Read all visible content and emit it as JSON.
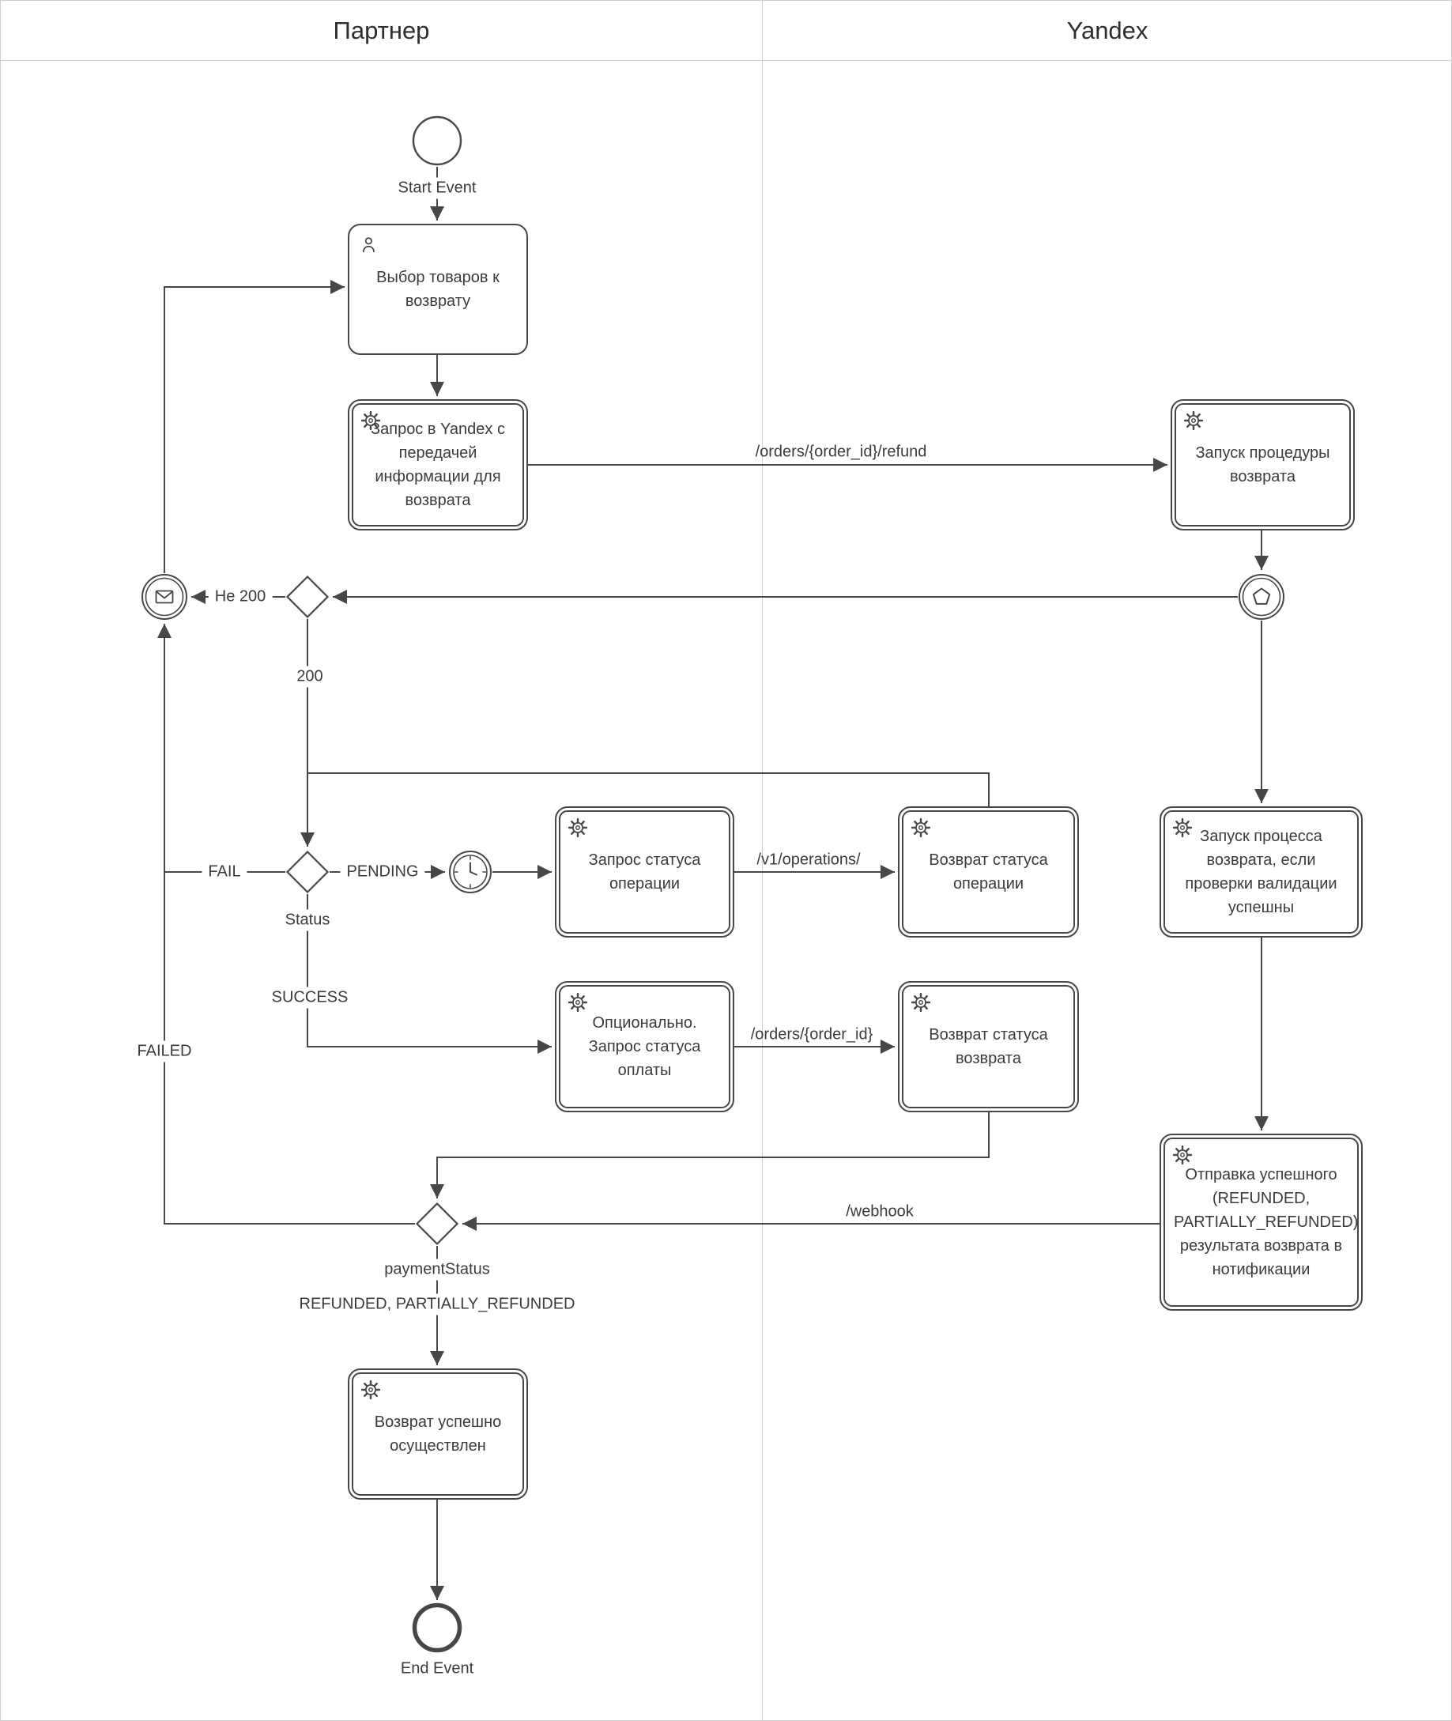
{
  "lanes": {
    "partner": "Партнер",
    "yandex": "Yandex"
  },
  "events": {
    "start": "Start Event",
    "end": "End Event"
  },
  "tasks": {
    "select_items": "Выбор товаров к возврату",
    "send_refund_request": "Запрос в Yandex с передачей информации для возврата",
    "start_refund_procedure": "Запуск процедуры возврата",
    "request_operation_status": "Запрос статуса операции",
    "return_operation_status": "Возврат статуса операции",
    "optional_payment_status": "Опционально. Запрос статуса оплаты",
    "return_refund_status": "Возврат статуса возврата",
    "start_refund_process": "Запуск процесса возврата, если проверки валидации успешны",
    "send_success_result": "Отправка успешного (REFUNDED, PARTIALLY_REFUNDED) результата возврата в нотификации",
    "refund_completed": "Возврат успешно осуществлен"
  },
  "edge_labels": {
    "refund_endpoint": "/orders/{order_id}/refund",
    "not_200": "Не 200",
    "ok_200": "200",
    "status": "Status",
    "fail": "FAIL",
    "pending": "PENDING",
    "success": "SUCCESS",
    "failed": "FAILED",
    "operations_endpoint": "/v1/operations/",
    "order_endpoint": "/orders/{order_id}",
    "webhook": "/webhook",
    "payment_status": "paymentStatus",
    "refunded_values": "REFUNDED, PARTIALLY_REFUNDED"
  },
  "icons": [
    "gear-icon",
    "person-icon",
    "envelope-icon",
    "clock-icon",
    "pentagon-icon",
    "arrowhead-icon"
  ],
  "colors": {
    "line": "#474747",
    "text": "#3b3b3b",
    "lane_border": "#cdcdcd",
    "background": "#ffffff"
  }
}
